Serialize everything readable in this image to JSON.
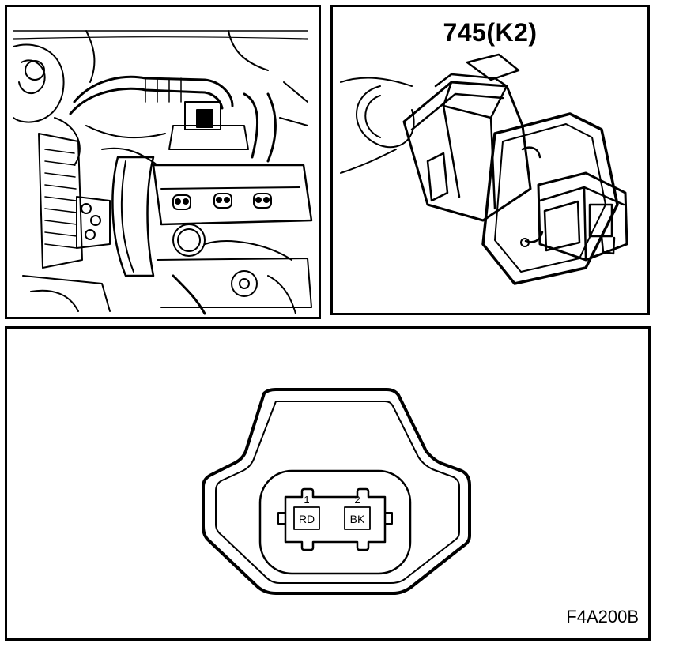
{
  "connector": {
    "title": "745(K2)"
  },
  "face": {
    "pins": [
      {
        "number": "1",
        "color": "RD"
      },
      {
        "number": "2",
        "color": "BK"
      }
    ]
  },
  "figure_code": "F4A200B"
}
